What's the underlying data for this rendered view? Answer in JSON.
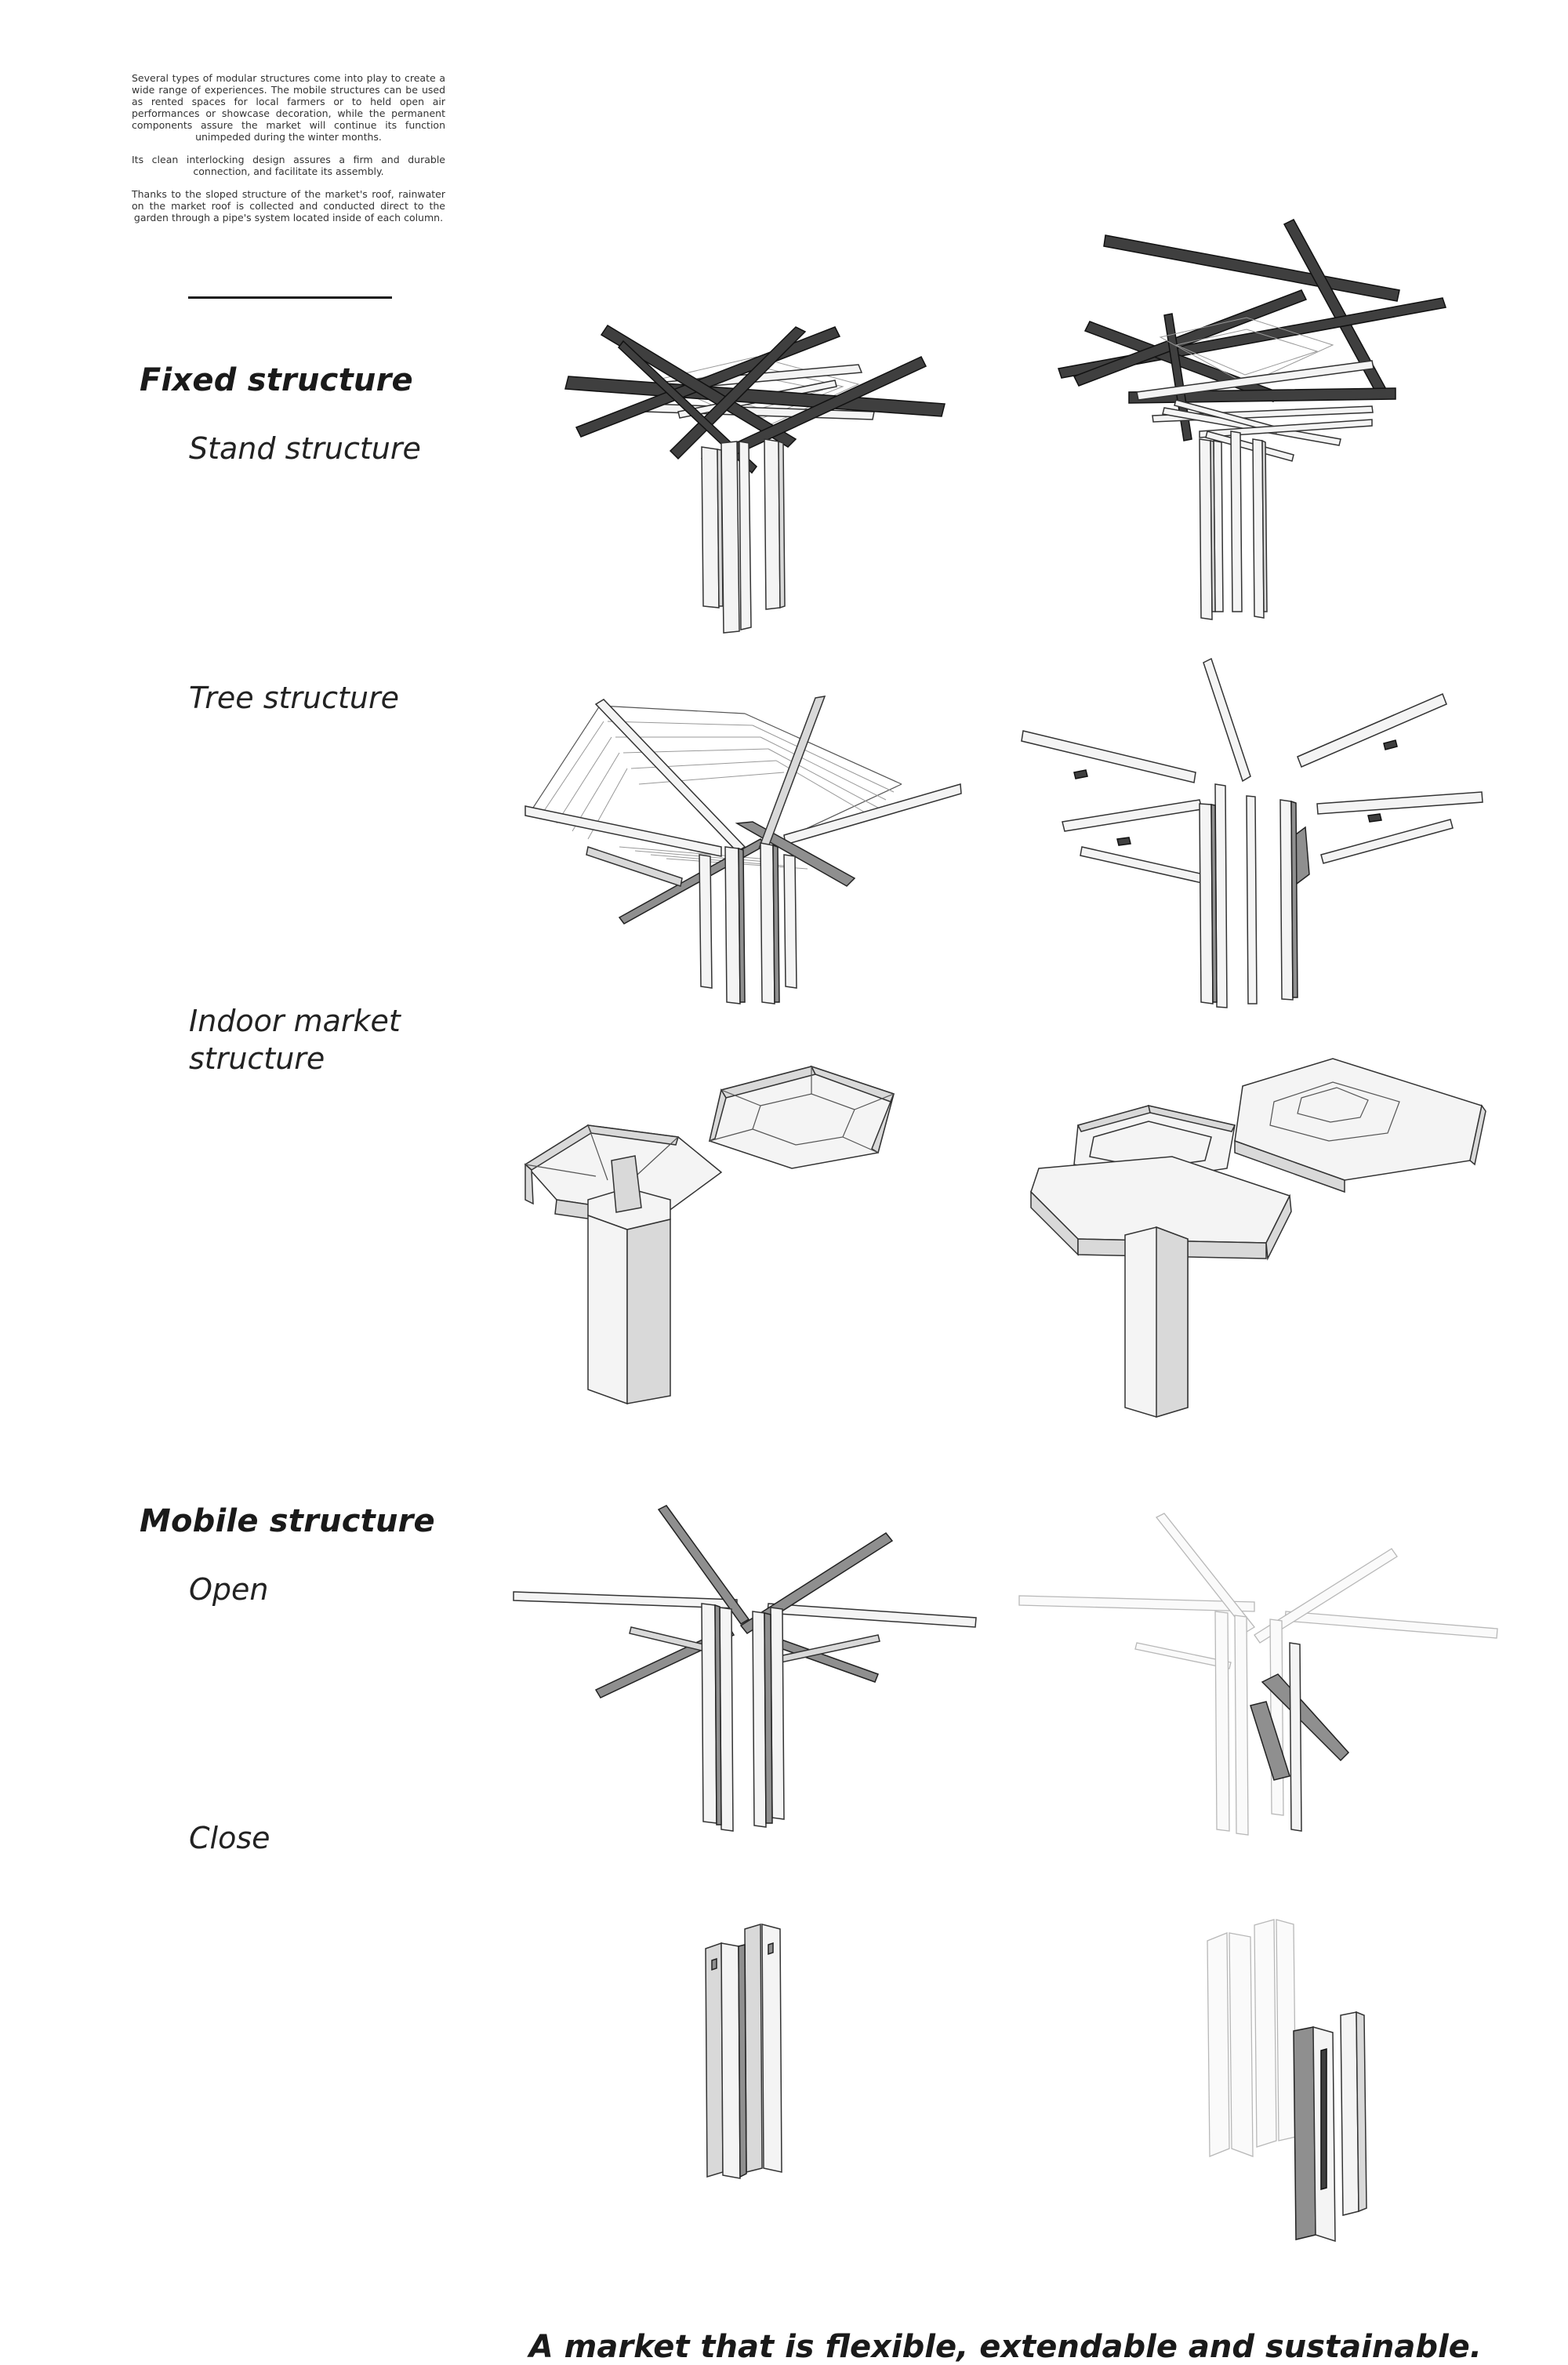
{
  "intro": {
    "paragraph_1": "Several types of modular structures come into play to create a wide range of experiences. The mobile structures can be used as rented spaces for local farmers or to held open air performances or showcase decoration, while the permanent components assure the market will continue its function unimpeded during the winter months.",
    "paragraph_2": "Its clean interlocking design assures a firm and durable connection, and facilitate its assembly.",
    "paragraph_3": "Thanks to the sloped structure of the market's roof, rainwater on the market roof is collected and conducted direct to the garden through a pipe's system located inside of each column."
  },
  "sections": {
    "fixed": {
      "title": "Fixed structure",
      "stand": "Stand structure",
      "tree": "Tree structure",
      "indoor": "Indoor market structure"
    },
    "mobile": {
      "title": "Mobile structure",
      "open": "Open",
      "close": "Close"
    }
  },
  "tagline": "A market that is flexible, extendable and sustainable."
}
